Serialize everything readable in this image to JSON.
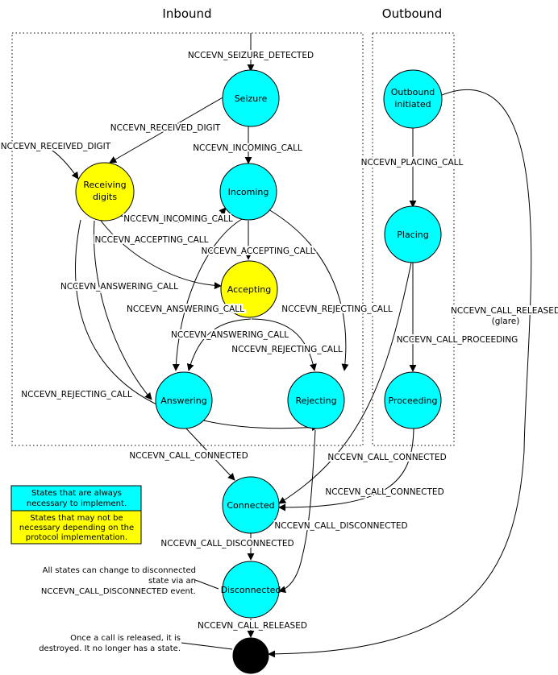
{
  "titles": {
    "inbound": "Inbound",
    "outbound": "Outbound"
  },
  "states": {
    "seizure": "Seizure",
    "receiving_line1": "Receiving",
    "receiving_line2": "digits",
    "incoming": "Incoming",
    "accepting": "Accepting",
    "answering": "Answering",
    "rejecting": "Rejecting",
    "outbound_line1": "Outbound",
    "outbound_line2": "initiated",
    "placing": "Placing",
    "proceeding": "Proceeding",
    "connected": "Connected",
    "disconnected": "Disconnected"
  },
  "events": {
    "seizure_detected": "NCCEVN_SEIZURE_DETECTED",
    "received_digit_1": "NCCEVN_RECEIVED_DIGIT",
    "received_digit_2": "NCCEVN_RECEIVED_DIGIT",
    "incoming_call_1": "NCCEVN_INCOMING_CALL",
    "incoming_call_2": "NCCEVN_INCOMING_CALL",
    "accepting_call_1": "NCCEVN_ACCEPTING_CALL",
    "accepting_call_2": "NCCEVN_ACCEPTING_CALL",
    "answering_call_1": "NCCEVN_ANSWERING_CALL",
    "answering_call_2": "NCCEVN_ANSWERING_CALL",
    "answering_call_3": "NCCEVN_ANSWERING_CALL",
    "rejecting_call_1": "NCCEVN_REJECTING_CALL",
    "rejecting_call_2": "NCCEVN_REJECTING_CALL",
    "rejecting_call_3": "NCCEVN_REJECTING_CALL",
    "placing_call": "NCCEVN_PLACING_CALL",
    "call_proceeding": "NCCEVN_CALL_PROCEEDING",
    "call_released_glare_line1": "NCCEVN_CALL_RELEASED",
    "call_released_glare_line2": "(glare)",
    "call_connected_1": "NCCEVN_CALL_CONNECTED",
    "call_connected_2": "NCCEVN_CALL_CONNECTED",
    "call_connected_3": "NCCEVN_CALL_CONNECTED",
    "call_disconnected_1": "NCCEVN_CALL_DISCONNECTED",
    "call_disconnected_2": "NCCEVN_CALL_DISCONNECTED",
    "call_released": "NCCEVN_CALL_RELEASED"
  },
  "legend": {
    "required_line1": "States that are always",
    "required_line2": "necessary to implement.",
    "optional_line1": "States that may not be",
    "optional_line2": "necessary depending on the",
    "optional_line3": "protocol implementation."
  },
  "notes": {
    "disconnect_line1": "All states can change to disconnected",
    "disconnect_line2": "state via an",
    "disconnect_line3": "NCCEVN_CALL_DISCONNECTED event.",
    "released_line1": "Once a call is released, it is",
    "released_line2": "destroyed. It no longer has a state."
  },
  "colors": {
    "required_state": "#00ffff",
    "optional_state": "#ffff00",
    "final_state": "#000000"
  }
}
